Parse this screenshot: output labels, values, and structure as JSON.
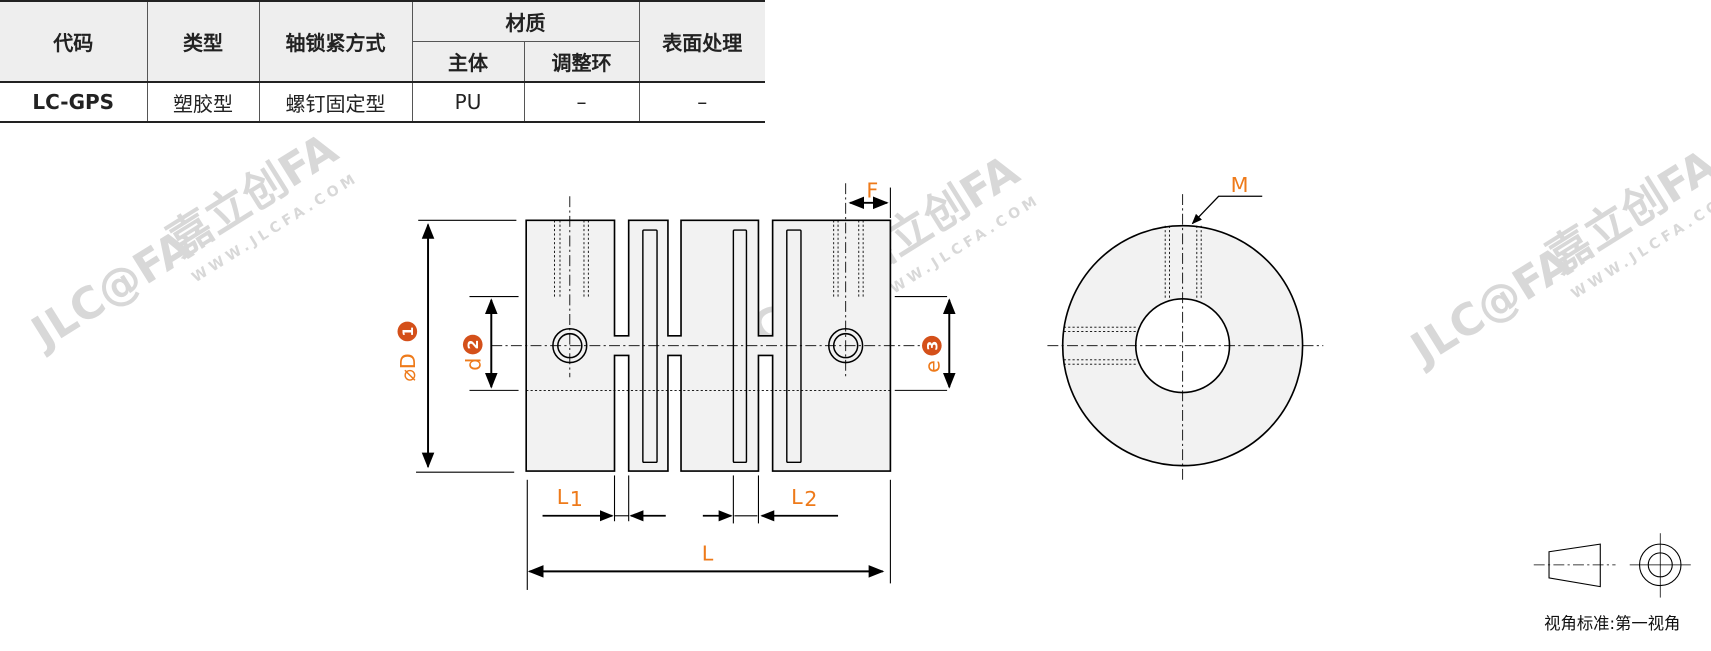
{
  "table": {
    "headers": {
      "code": "代码",
      "type": "类型",
      "lock_method": "轴锁紧方式",
      "material": "材质",
      "material_body": "主体",
      "material_ring": "调整环",
      "surface": "表面处理"
    },
    "row": {
      "code": "LC-GPS",
      "type": "塑胶型",
      "lock_method": "螺钉固定型",
      "material_body": "PU",
      "material_ring": "–",
      "surface": "–"
    }
  },
  "drawing": {
    "dim_D": "⌀D",
    "dim_D_num": "1",
    "dim_d": "d",
    "dim_d_num": "2",
    "dim_e": "e",
    "dim_e_num": "3",
    "dim_F": "F",
    "dim_L1": "L",
    "dim_L1_sub": "1",
    "dim_L2": "L",
    "dim_L2_sub": "2",
    "dim_L": "L",
    "dim_M": "M"
  },
  "watermark": {
    "logo": "JLC@FA",
    "brand": "嘉立创FA",
    "url": "WWW.JLCFA.COM"
  },
  "view_standard": "视角标准:第一视角",
  "colors": {
    "accent": "#ee7a1a",
    "badge": "#d4501a",
    "code": "#3a76a8",
    "body_fill": "#f2f2f2"
  }
}
